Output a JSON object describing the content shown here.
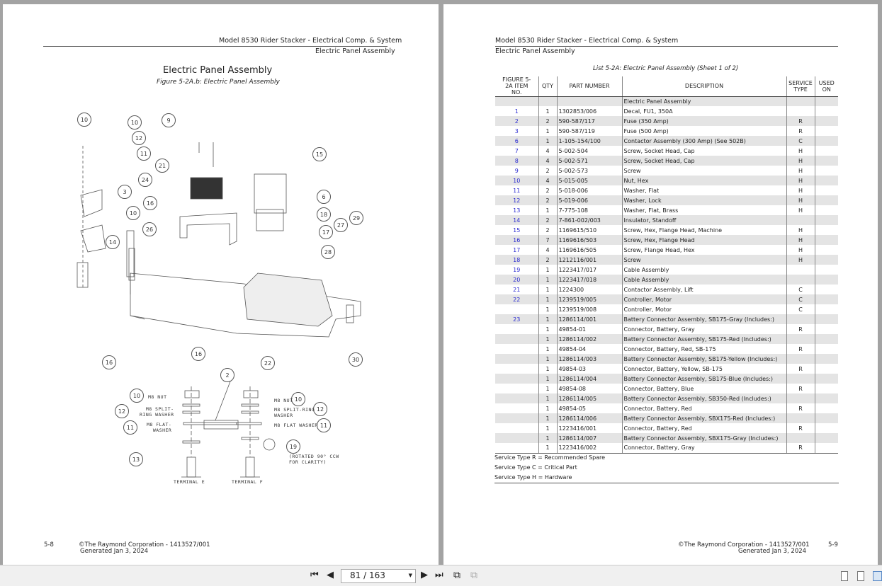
{
  "left_page": {
    "header_title": "Model 8530 Rider Stacker - Electrical Comp. & System",
    "header_subtitle": "Electric Panel Assembly",
    "title": "Electric Panel Assembly",
    "figure_caption": "Figure 5-2A.b: Electric Panel Assembly",
    "callouts": [
      "10",
      "10",
      "12",
      "11",
      "9",
      "21",
      "24",
      "3",
      "16",
      "10",
      "26",
      "14",
      "15",
      "6",
      "18",
      "17",
      "27",
      "29",
      "28",
      "16",
      "16",
      "22",
      "30",
      "2",
      "10",
      "12",
      "11",
      "13",
      "10",
      "12",
      "11",
      "19"
    ],
    "detail_labels": {
      "m8_nut_left": "M8 NUT",
      "split_left": "M8 SPLIT-\nRING WASHER",
      "flat_left": "M8 FLAT-\nWASHER",
      "m8_nut_right": "M8 NUT",
      "split_right": "M8 SPLIT-RING\nWASHER",
      "flat_right": "M8 FLAT WASHER",
      "rotated": "(ROTATED 90° CCW\nFOR CLARITY)",
      "terminal_e": "TERMINAL E",
      "terminal_f": "TERMINAL F"
    },
    "page_number": "5-8",
    "copyright": "©The Raymond Corporation - 1413527/001",
    "generated": "Generated Jan 3, 2024"
  },
  "right_page": {
    "header_title": "Model 8530 Rider Stacker - Electrical Comp. & System",
    "header_subtitle": "Electric Panel Assembly",
    "list_title": "List 5-2A: Electric Panel Assembly (Sheet 1 of 2)",
    "columns": [
      "FIGURE 5-2A ITEM NO.",
      "QTY",
      "PART NUMBER",
      "DESCRIPTION",
      "SERVICE TYPE",
      "USED ON"
    ],
    "rows": [
      [
        "",
        "",
        "",
        "Electric Panel Assembly",
        "",
        ""
      ],
      [
        "1",
        "1",
        "1302853/006",
        "Decal, FU1, 350A",
        "",
        ""
      ],
      [
        "2",
        "2",
        "590-587/117",
        "Fuse (350 Amp)",
        "R",
        ""
      ],
      [
        "3",
        "1",
        "590-587/119",
        "Fuse (500 Amp)",
        "R",
        ""
      ],
      [
        "6",
        "1",
        "1-105-154/100",
        "Contactor Assembly (300 Amp) (See 502B)",
        "C",
        ""
      ],
      [
        "7",
        "4",
        "5-002-504",
        "Screw, Socket Head, Cap",
        "H",
        ""
      ],
      [
        "8",
        "4",
        "5-002-571",
        "Screw, Socket Head, Cap",
        "H",
        ""
      ],
      [
        "9",
        "2",
        "5-002-573",
        "Screw",
        "H",
        ""
      ],
      [
        "10",
        "4",
        "5-015-005",
        "Nut, Hex",
        "H",
        ""
      ],
      [
        "11",
        "2",
        "5-018-006",
        "Washer, Flat",
        "H",
        ""
      ],
      [
        "12",
        "2",
        "5-019-006",
        "Washer, Lock",
        "H",
        ""
      ],
      [
        "13",
        "1",
        "7-775-108",
        "Washer, Flat, Brass",
        "H",
        ""
      ],
      [
        "14",
        "2",
        "7-861-002/003",
        "Insulator, Standoff",
        "",
        ""
      ],
      [
        "15",
        "2",
        "1169615/510",
        "Screw, Hex, Flange Head, Machine",
        "H",
        ""
      ],
      [
        "16",
        "7",
        "1169616/503",
        "Screw, Hex, Flange Head",
        "H",
        ""
      ],
      [
        "17",
        "4",
        "1169616/505",
        "Screw, Flange Head, Hex",
        "H",
        ""
      ],
      [
        "18",
        "2",
        "1212116/001",
        "Screw",
        "H",
        ""
      ],
      [
        "19",
        "1",
        "1223417/017",
        "Cable Assembly",
        "",
        ""
      ],
      [
        "20",
        "1",
        "1223417/018",
        "Cable Assembly",
        "",
        ""
      ],
      [
        "21",
        "1",
        "1224300",
        "Contactor Assembly, Lift",
        "C",
        ""
      ],
      [
        "22",
        "1",
        "1239519/005",
        "Controller, Motor",
        "C",
        ""
      ],
      [
        "",
        "1",
        "1239519/008",
        "Controller, Motor",
        "C",
        ""
      ],
      [
        "23",
        "1",
        "1286114/001",
        "Battery Connector Assembly, SB175-Gray (Includes:)",
        "",
        ""
      ],
      [
        "",
        "1",
        "49854-01",
        "Connector, Battery, Gray",
        "R",
        ""
      ],
      [
        "",
        "1",
        "1286114/002",
        "Battery Connector Assembly, SB175-Red (Includes:)",
        "",
        ""
      ],
      [
        "",
        "1",
        "49854-04",
        "Connector, Battery, Red, SB-175",
        "R",
        ""
      ],
      [
        "",
        "1",
        "1286114/003",
        "Battery Connector Assembly, SB175-Yellow (Includes:)",
        "",
        ""
      ],
      [
        "",
        "1",
        "49854-03",
        "Connector, Battery, Yellow, SB-175",
        "R",
        ""
      ],
      [
        "",
        "1",
        "1286114/004",
        "Battery Connector Assembly, SB175-Blue (Includes:)",
        "",
        ""
      ],
      [
        "",
        "1",
        "49854-08",
        "Connector, Battery, Blue",
        "R",
        ""
      ],
      [
        "",
        "1",
        "1286114/005",
        "Battery Connector Assembly, SB350-Red (Includes:)",
        "",
        ""
      ],
      [
        "",
        "1",
        "49854-05",
        "Connector, Battery, Red",
        "R",
        ""
      ],
      [
        "",
        "1",
        "1286114/006",
        "Battery Connector Assembly, SBX175-Red (Includes:)",
        "",
        ""
      ],
      [
        "",
        "1",
        "1223416/001",
        "Connector, Battery, Red",
        "R",
        ""
      ],
      [
        "",
        "1",
        "1286114/007",
        "Battery Connector Assembly, SBX175-Gray (Includes:)",
        "",
        ""
      ],
      [
        "",
        "1",
        "1223416/002",
        "Connector, Battery, Gray",
        "R",
        ""
      ]
    ],
    "notes": [
      "Service Type R = Recommended Spare",
      "Service Type C = Critical Part",
      "Service Type H = Hardware"
    ],
    "page_number": "5-9",
    "copyright": "©The Raymond Corporation - 1413527/001",
    "generated": "Generated Jan 3, 2024"
  },
  "toolbar": {
    "page_indicator": "81 / 163"
  }
}
